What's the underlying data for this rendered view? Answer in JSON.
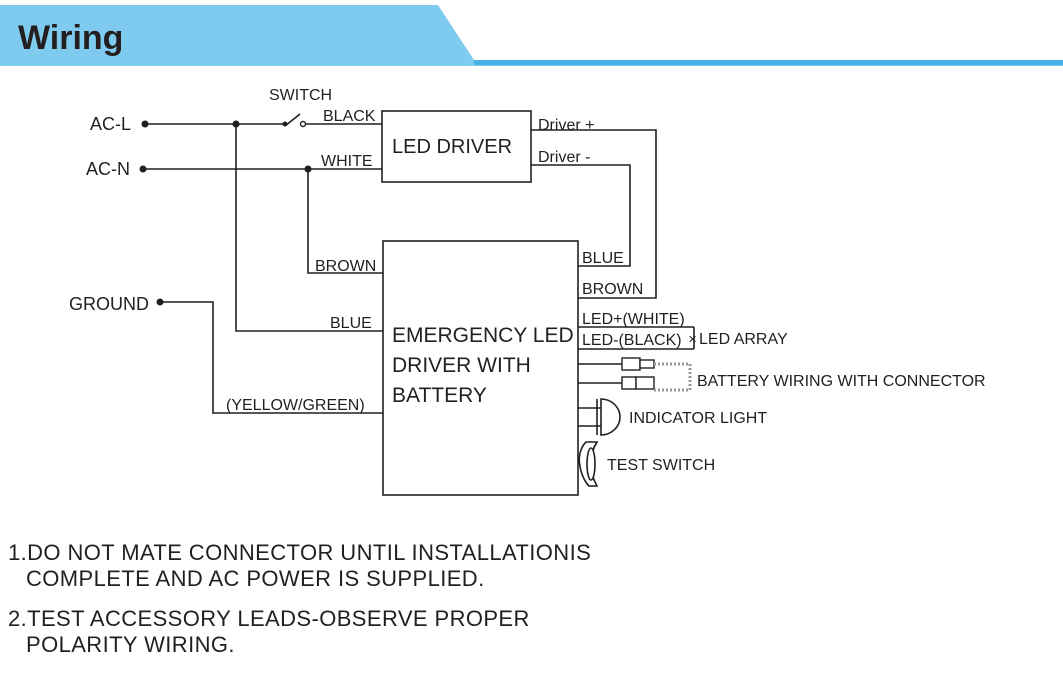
{
  "header": {
    "title": "Wiring",
    "banner_color": "#7ecbef",
    "accent_color": "#45b3e7"
  },
  "wire_color": "#231f20",
  "terminals": {
    "ac_l": "AC-L",
    "ac_n": "AC-N",
    "ground": "GROUND"
  },
  "switch_label": "SWITCH",
  "wires": {
    "black": "BLACK",
    "white": "WHITE",
    "brown_in": "BROWN",
    "blue_in": "BLUE",
    "yellow_green": "(YELLOW/GREEN)",
    "driver_plus": "Driver +",
    "driver_minus": "Driver -",
    "blue_out": "BLUE",
    "brown_out": "BROWN",
    "led_plus": "LED+(WHITE)",
    "led_minus": "LED-(BLACK)"
  },
  "boxes": {
    "led_driver": "LED DRIVER",
    "emergency": [
      "EMERGENCY LED",
      "DRIVER WITH",
      "BATTERY"
    ]
  },
  "accessories": {
    "led_array": "LED ARRAY",
    "battery": "BATTERY WIRING WITH CONNECTOR",
    "indicator": "INDICATOR LIGHT",
    "test_switch": "TEST SWITCH"
  },
  "notes": [
    {
      "line1": "1.DO NOT MATE CONNECTOR UNTIL INSTALLATIONIS",
      "line2": "COMPLETE AND AC POWER IS SUPPLIED."
    },
    {
      "line1": "2.TEST ACCESSORY LEADS-OBSERVE PROPER",
      "line2": "POLARITY WIRING."
    }
  ]
}
